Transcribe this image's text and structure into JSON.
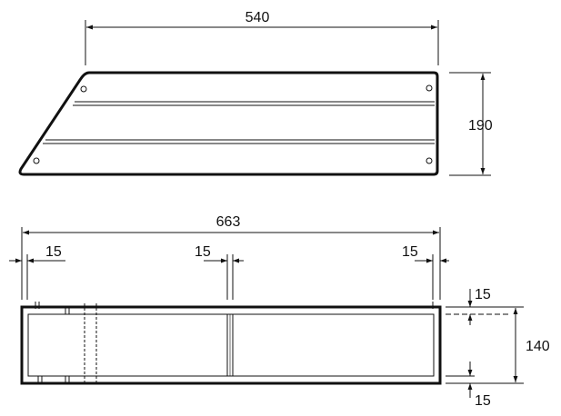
{
  "drawing": {
    "side_view": {
      "width_label": "540",
      "height_label": "190"
    },
    "plan_view": {
      "overall_width_label": "663",
      "left_panel_thickness_label": "15",
      "middle_divider_thickness_label": "15",
      "right_panel_thickness_label": "15",
      "depth_label": "140",
      "top_rail_thickness_label": "15",
      "bottom_rail_thickness_label": "15"
    }
  },
  "colors": {
    "line": "#111111",
    "background": "#ffffff"
  }
}
